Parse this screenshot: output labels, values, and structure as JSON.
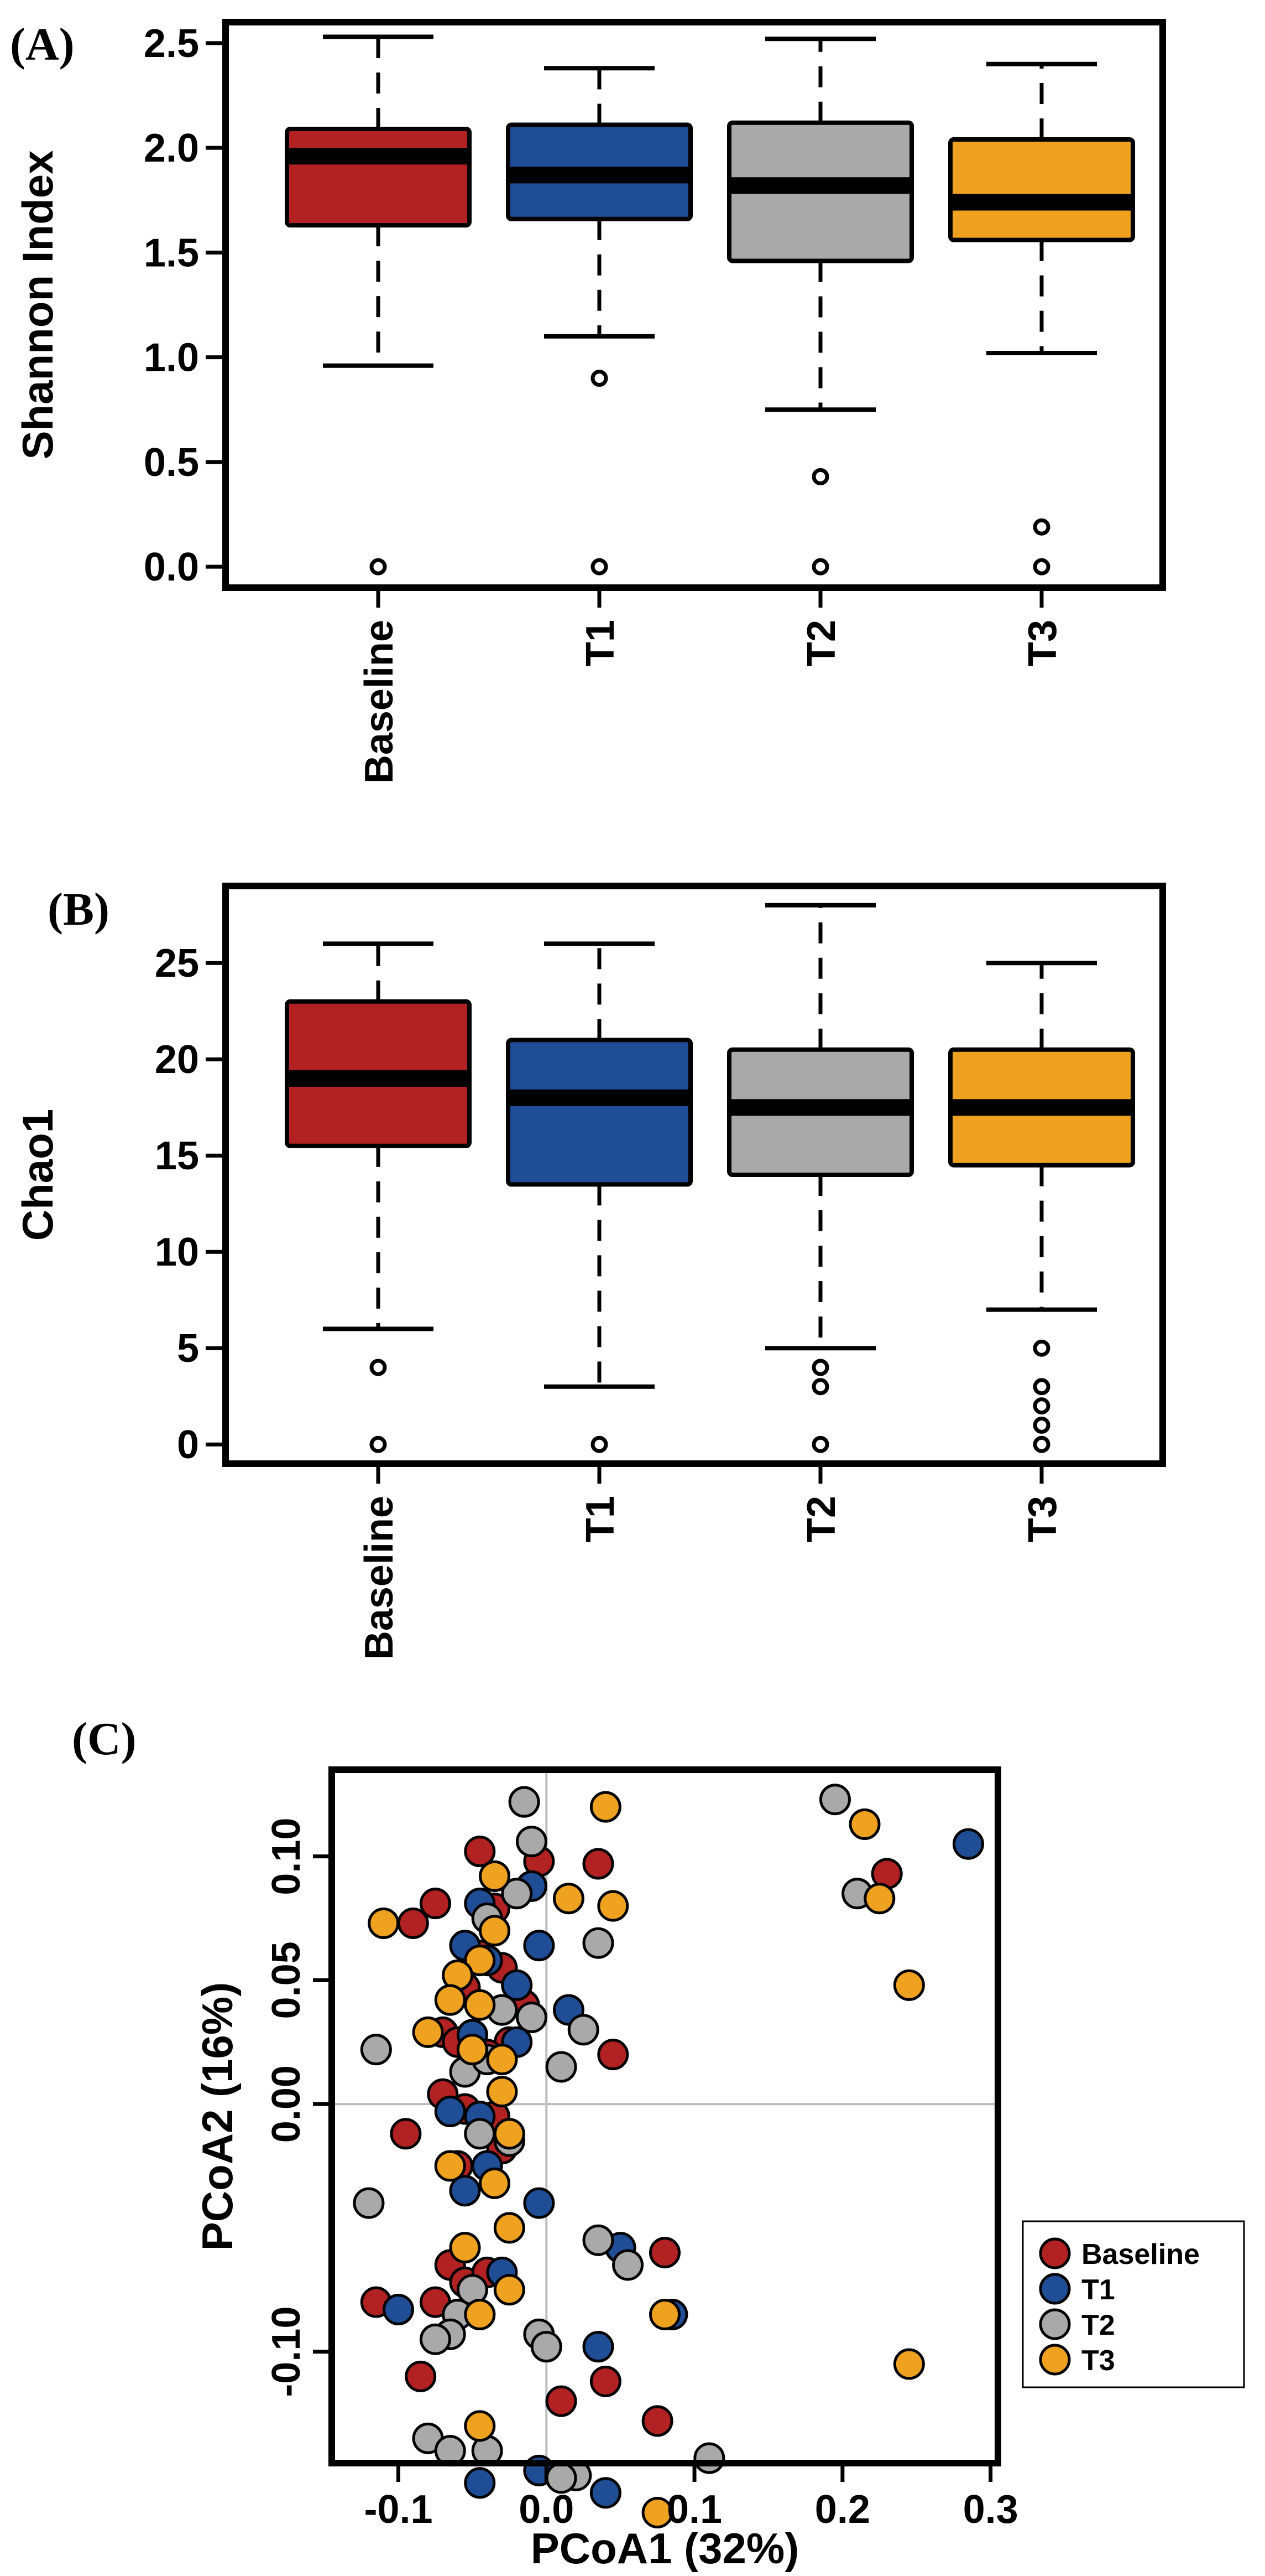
{
  "colors": {
    "Baseline": "#b22222",
    "T1": "#1f4e96",
    "T2": "#a9a9a9",
    "T3": "#eea21f",
    "frame": "#000000",
    "refline": "#bdbdbd"
  },
  "chart_data": [
    {
      "type": "box",
      "panel_label": "(A)",
      "title": "",
      "xlabel": "",
      "ylabel": "Shannon Index",
      "ylim": [
        -0.1,
        2.6
      ],
      "yticks": [
        0.0,
        0.5,
        1.0,
        1.5,
        2.0,
        2.5
      ],
      "ytick_labels": [
        "0.0",
        "0.5",
        "1.0",
        "1.5",
        "2.0",
        "2.5"
      ],
      "categories": [
        "Baseline",
        "T1",
        "T2",
        "T3"
      ],
      "boxes": [
        {
          "name": "Baseline",
          "whisker_low": 0.96,
          "q1": 1.63,
          "median": 1.96,
          "q3": 2.09,
          "whisker_high": 2.53,
          "outliers": [
            0.0
          ]
        },
        {
          "name": "T1",
          "whisker_low": 1.1,
          "q1": 1.66,
          "median": 1.87,
          "q3": 2.11,
          "whisker_high": 2.38,
          "outliers": [
            0.9,
            0.0
          ]
        },
        {
          "name": "T2",
          "whisker_low": 0.75,
          "q1": 1.46,
          "median": 1.82,
          "q3": 2.12,
          "whisker_high": 2.52,
          "outliers": [
            0.43,
            0.0
          ]
        },
        {
          "name": "T3",
          "whisker_low": 1.02,
          "q1": 1.56,
          "median": 1.74,
          "q3": 2.04,
          "whisker_high": 2.4,
          "outliers": [
            0.19,
            0.0
          ]
        }
      ]
    },
    {
      "type": "box",
      "panel_label": "(B)",
      "title": "",
      "xlabel": "",
      "ylabel": "Chao1",
      "ylim": [
        -1,
        29
      ],
      "yticks": [
        0,
        5,
        10,
        15,
        20,
        25
      ],
      "ytick_labels": [
        "0",
        "5",
        "10",
        "15",
        "20",
        "25"
      ],
      "categories": [
        "Baseline",
        "T1",
        "T2",
        "T3"
      ],
      "boxes": [
        {
          "name": "Baseline",
          "whisker_low": 6,
          "q1": 15.5,
          "median": 19,
          "q3": 23,
          "whisker_high": 26,
          "outliers": [
            4,
            0
          ]
        },
        {
          "name": "T1",
          "whisker_low": 3,
          "q1": 13.5,
          "median": 18,
          "q3": 21,
          "whisker_high": 26,
          "outliers": [
            0
          ]
        },
        {
          "name": "T2",
          "whisker_low": 5,
          "q1": 14,
          "median": 17.5,
          "q3": 20.5,
          "whisker_high": 28,
          "outliers": [
            4,
            3,
            0
          ]
        },
        {
          "name": "T3",
          "whisker_low": 7,
          "q1": 14.5,
          "median": 17.5,
          "q3": 20.5,
          "whisker_high": 25,
          "outliers": [
            5,
            3,
            2,
            1,
            0
          ]
        }
      ]
    },
    {
      "type": "scatter",
      "panel_label": "(C)",
      "title": "",
      "xlabel": "PCoA1 (32%)",
      "ylabel": "PCoA2 (16%)",
      "xlim": [
        -0.145,
        0.305
      ],
      "ylim": [
        -0.145,
        0.135
      ],
      "xticks": [
        -0.1,
        0.0,
        0.1,
        0.2,
        0.3
      ],
      "xtick_labels": [
        "-0.1",
        "0.0",
        "0.1",
        "0.2",
        "0.3"
      ],
      "yticks": [
        -0.1,
        0.0,
        0.05,
        0.1
      ],
      "ytick_labels": [
        "-0.10",
        "0.00",
        "0.05",
        "0.10"
      ],
      "reference_lines": {
        "x": 0,
        "y": 0
      },
      "legend": {
        "position": "bottom-right",
        "entries": [
          "Baseline",
          "T1",
          "T2",
          "T3"
        ]
      },
      "series": [
        {
          "name": "Baseline",
          "points": [
            [
              -0.045,
              0.102
            ],
            [
              -0.005,
              0.098
            ],
            [
              0.035,
              0.097
            ],
            [
              0.23,
              0.093
            ],
            [
              -0.075,
              0.081
            ],
            [
              -0.09,
              0.073
            ],
            [
              -0.035,
              0.079
            ],
            [
              -0.045,
              0.06
            ],
            [
              -0.03,
              0.055
            ],
            [
              -0.055,
              0.047
            ],
            [
              -0.03,
              0.038
            ],
            [
              -0.015,
              0.04
            ],
            [
              -0.07,
              0.029
            ],
            [
              -0.06,
              0.025
            ],
            [
              -0.025,
              0.025
            ],
            [
              -0.04,
              0.02
            ],
            [
              0.045,
              0.02
            ],
            [
              -0.07,
              0.004
            ],
            [
              -0.055,
              -0.002
            ],
            [
              -0.035,
              -0.005
            ],
            [
              -0.095,
              -0.012
            ],
            [
              -0.06,
              -0.025
            ],
            [
              -0.03,
              -0.018
            ],
            [
              0.08,
              -0.06
            ],
            [
              -0.065,
              -0.065
            ],
            [
              -0.055,
              -0.072
            ],
            [
              -0.04,
              -0.068
            ],
            [
              -0.115,
              -0.08
            ],
            [
              -0.075,
              -0.08
            ],
            [
              -0.045,
              -0.085
            ],
            [
              -0.085,
              -0.11
            ],
            [
              0.01,
              -0.12
            ],
            [
              0.04,
              -0.112
            ],
            [
              0.075,
              -0.128
            ]
          ]
        },
        {
          "name": "T1",
          "points": [
            [
              -0.01,
              0.088
            ],
            [
              -0.045,
              0.081
            ],
            [
              0.285,
              0.105
            ],
            [
              -0.055,
              0.064
            ],
            [
              -0.04,
              0.058
            ],
            [
              -0.005,
              0.064
            ],
            [
              -0.02,
              0.048
            ],
            [
              0.015,
              0.038
            ],
            [
              -0.05,
              0.028
            ],
            [
              -0.02,
              0.025
            ],
            [
              -0.065,
              -0.003
            ],
            [
              -0.045,
              -0.005
            ],
            [
              -0.04,
              -0.025
            ],
            [
              -0.055,
              -0.035
            ],
            [
              -0.005,
              -0.04
            ],
            [
              0.05,
              -0.058
            ],
            [
              -0.03,
              -0.068
            ],
            [
              -0.1,
              -0.083
            ],
            [
              0.085,
              -0.085
            ],
            [
              0.035,
              -0.098
            ],
            [
              -0.045,
              -0.153
            ],
            [
              -0.005,
              -0.148
            ],
            [
              0.04,
              -0.157
            ]
          ]
        },
        {
          "name": "T2",
          "points": [
            [
              -0.015,
              0.122
            ],
            [
              -0.01,
              0.106
            ],
            [
              0.195,
              0.123
            ],
            [
              -0.02,
              0.085
            ],
            [
              0.21,
              0.085
            ],
            [
              -0.04,
              0.075
            ],
            [
              0.035,
              0.065
            ],
            [
              -0.03,
              0.038
            ],
            [
              -0.01,
              0.035
            ],
            [
              0.025,
              0.03
            ],
            [
              -0.115,
              0.022
            ],
            [
              0.01,
              0.015
            ],
            [
              -0.055,
              0.013
            ],
            [
              -0.04,
              0.018
            ],
            [
              -0.045,
              -0.012
            ],
            [
              -0.025,
              -0.015
            ],
            [
              -0.12,
              -0.04
            ],
            [
              0.055,
              -0.065
            ],
            [
              0.035,
              -0.055
            ],
            [
              -0.05,
              -0.075
            ],
            [
              -0.06,
              -0.085
            ],
            [
              -0.065,
              -0.093
            ],
            [
              -0.075,
              -0.095
            ],
            [
              -0.005,
              -0.093
            ],
            [
              0.0,
              -0.098
            ],
            [
              -0.08,
              -0.135
            ],
            [
              -0.065,
              -0.14
            ],
            [
              -0.04,
              -0.14
            ],
            [
              0.02,
              -0.15
            ],
            [
              0.01,
              -0.151
            ],
            [
              0.11,
              -0.143
            ]
          ]
        },
        {
          "name": "T3",
          "points": [
            [
              0.04,
              0.12
            ],
            [
              0.215,
              0.113
            ],
            [
              -0.035,
              0.092
            ],
            [
              0.225,
              0.083
            ],
            [
              0.015,
              0.083
            ],
            [
              0.045,
              0.08
            ],
            [
              -0.11,
              0.073
            ],
            [
              -0.035,
              0.07
            ],
            [
              -0.045,
              0.058
            ],
            [
              0.245,
              0.048
            ],
            [
              -0.06,
              0.052
            ],
            [
              -0.065,
              0.042
            ],
            [
              -0.045,
              0.04
            ],
            [
              -0.08,
              0.029
            ],
            [
              -0.05,
              0.022
            ],
            [
              -0.03,
              0.018
            ],
            [
              -0.03,
              0.005
            ],
            [
              -0.025,
              -0.012
            ],
            [
              -0.065,
              -0.025
            ],
            [
              -0.035,
              -0.032
            ],
            [
              -0.025,
              -0.05
            ],
            [
              -0.055,
              -0.058
            ],
            [
              -0.025,
              -0.075
            ],
            [
              0.08,
              -0.085
            ],
            [
              -0.045,
              -0.085
            ],
            [
              -0.045,
              -0.13
            ],
            [
              0.245,
              -0.105
            ],
            [
              0.075,
              -0.165
            ]
          ]
        }
      ]
    }
  ]
}
